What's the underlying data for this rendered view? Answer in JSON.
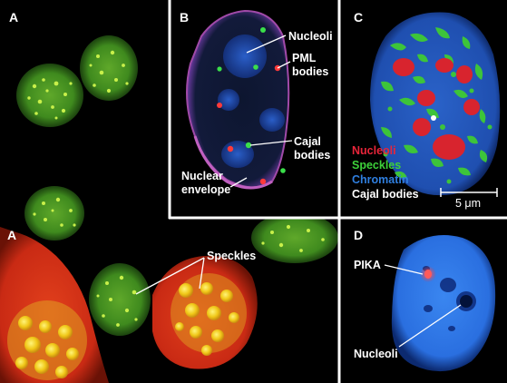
{
  "panels": {
    "a": {
      "letter": "A",
      "labels": {
        "speckles": "Speckles"
      }
    },
    "b": {
      "letter": "B",
      "labels": {
        "nucleoli": "Nucleoli",
        "pml_line1": "PML",
        "pml_line2": "bodies",
        "cajal_line1": "Cajal",
        "cajal_line2": "bodies",
        "envelope_line1": "Nuclear",
        "envelope_line2": "envelope"
      }
    },
    "c": {
      "letter": "C",
      "legend": [
        {
          "text": "Nucleoli",
          "color": "#e8253a"
        },
        {
          "text": "Speckles",
          "color": "#3dd13a"
        },
        {
          "text": "Chromatin",
          "color": "#2f7fe0"
        },
        {
          "text": "Cajal bodies",
          "color": "#ffffff"
        }
      ],
      "scale_bar": "5 μm"
    },
    "d": {
      "letter": "D",
      "labels": {
        "pika": "PIKA",
        "nucleoli": "Nucleoli"
      }
    }
  },
  "colors": {
    "divider": "#ffffff",
    "speckle_green": "#7fd63a",
    "nucleus_red": "#d8321a",
    "speckle_yellow": "#f2d21a",
    "chromatin_blue": "#2f6fd8"
  }
}
